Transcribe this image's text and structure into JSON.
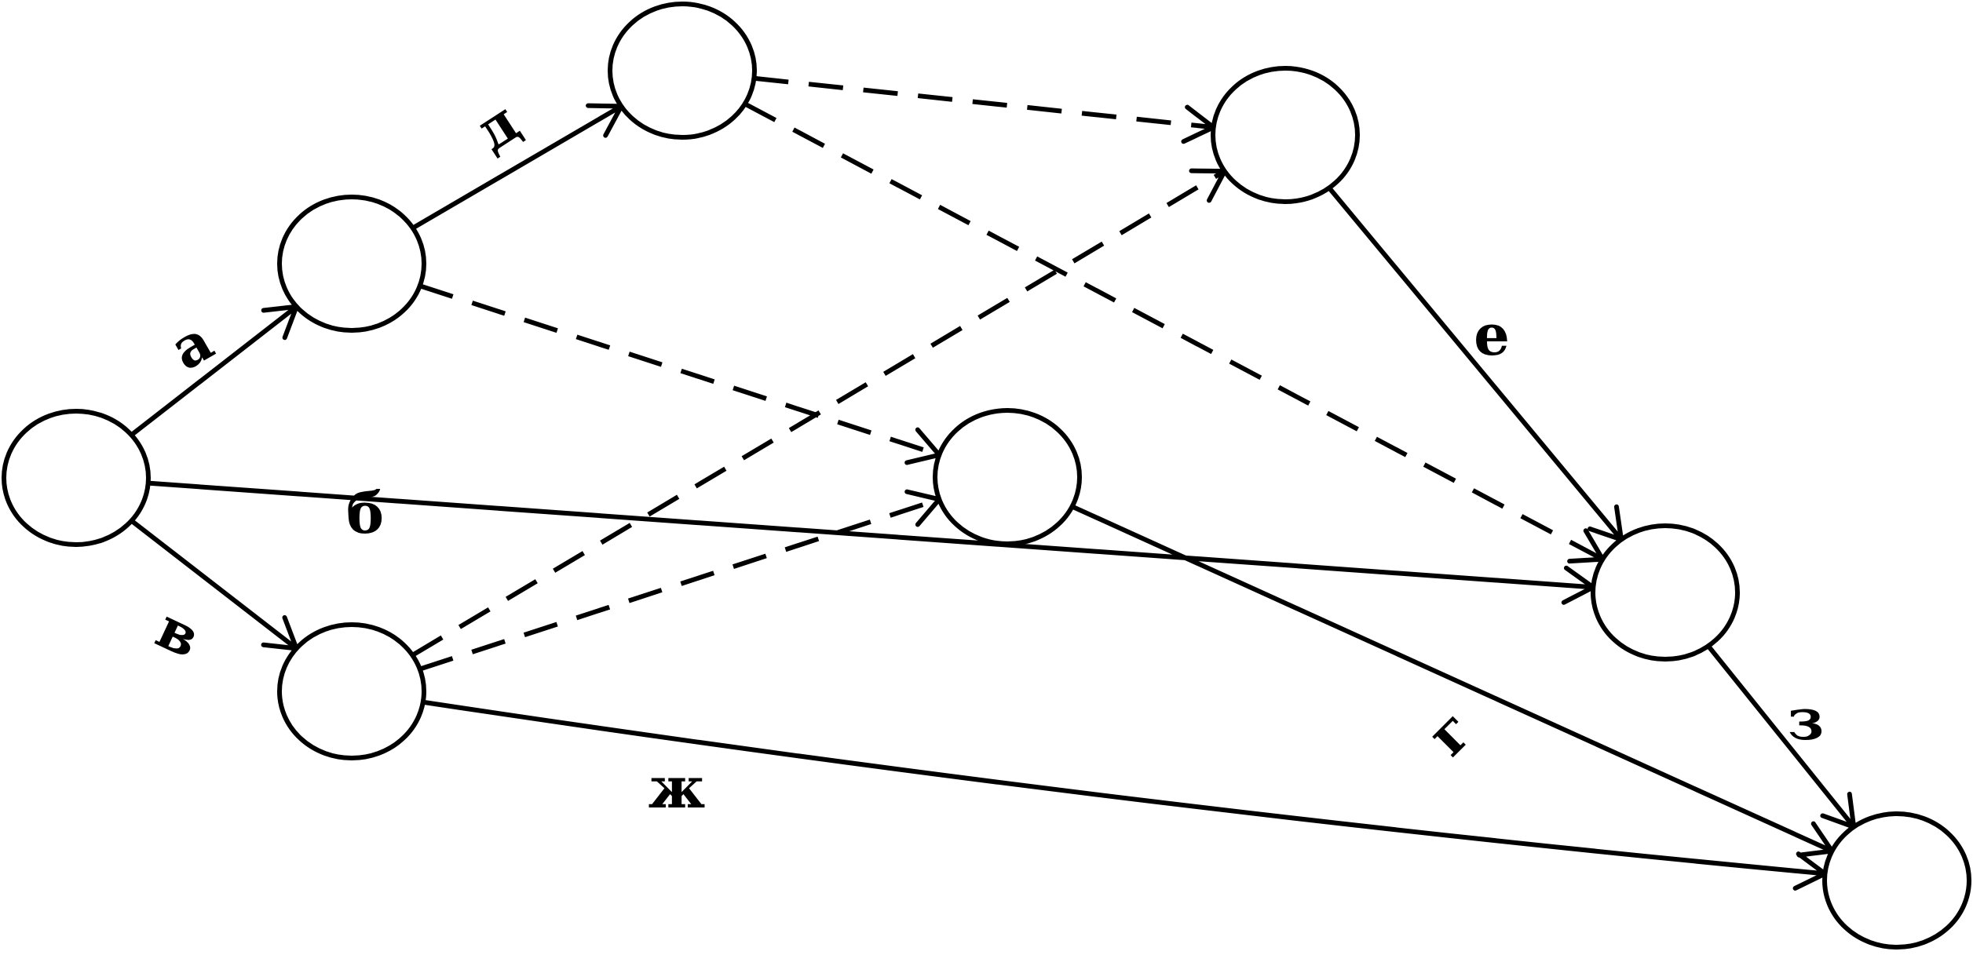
{
  "diagram": {
    "type": "network-graph",
    "nodes": [
      {
        "id": "n1"
      },
      {
        "id": "n2"
      },
      {
        "id": "n3"
      },
      {
        "id": "n4"
      },
      {
        "id": "n5"
      },
      {
        "id": "n6"
      },
      {
        "id": "n7"
      },
      {
        "id": "n8"
      }
    ],
    "edges": [
      {
        "id": "e-a",
        "from": "n1",
        "to": "n2",
        "style": "solid",
        "label": "а"
      },
      {
        "id": "e-b",
        "from": "n1",
        "to": "n7",
        "style": "solid",
        "label": "б"
      },
      {
        "id": "e-v",
        "from": "n1",
        "to": "n3",
        "style": "solid",
        "label": "в"
      },
      {
        "id": "e-d",
        "from": "n2",
        "to": "n4",
        "style": "solid",
        "label": "д"
      },
      {
        "id": "e-dash-1",
        "from": "n2",
        "to": "n5",
        "style": "dashed",
        "label": ""
      },
      {
        "id": "e-dash-2",
        "from": "n4",
        "to": "n6",
        "style": "dashed",
        "label": ""
      },
      {
        "id": "e-dash-3",
        "from": "n4",
        "to": "n7",
        "style": "dashed",
        "label": ""
      },
      {
        "id": "e-dash-4",
        "from": "n3",
        "to": "n6",
        "style": "dashed",
        "label": ""
      },
      {
        "id": "e-dash-5",
        "from": "n3",
        "to": "n5",
        "style": "dashed",
        "label": ""
      },
      {
        "id": "e-e",
        "from": "n6",
        "to": "n7",
        "style": "solid",
        "label": "е"
      },
      {
        "id": "e-g",
        "from": "n5",
        "to": "n8",
        "style": "solid",
        "label": "г"
      },
      {
        "id": "e-z",
        "from": "n7",
        "to": "n8",
        "style": "solid",
        "label": "з"
      },
      {
        "id": "e-zh",
        "from": "n3",
        "to": "n8",
        "style": "solid",
        "label": "ж"
      }
    ],
    "colors": {
      "stroke": "#000000",
      "background": "#ffffff"
    }
  }
}
